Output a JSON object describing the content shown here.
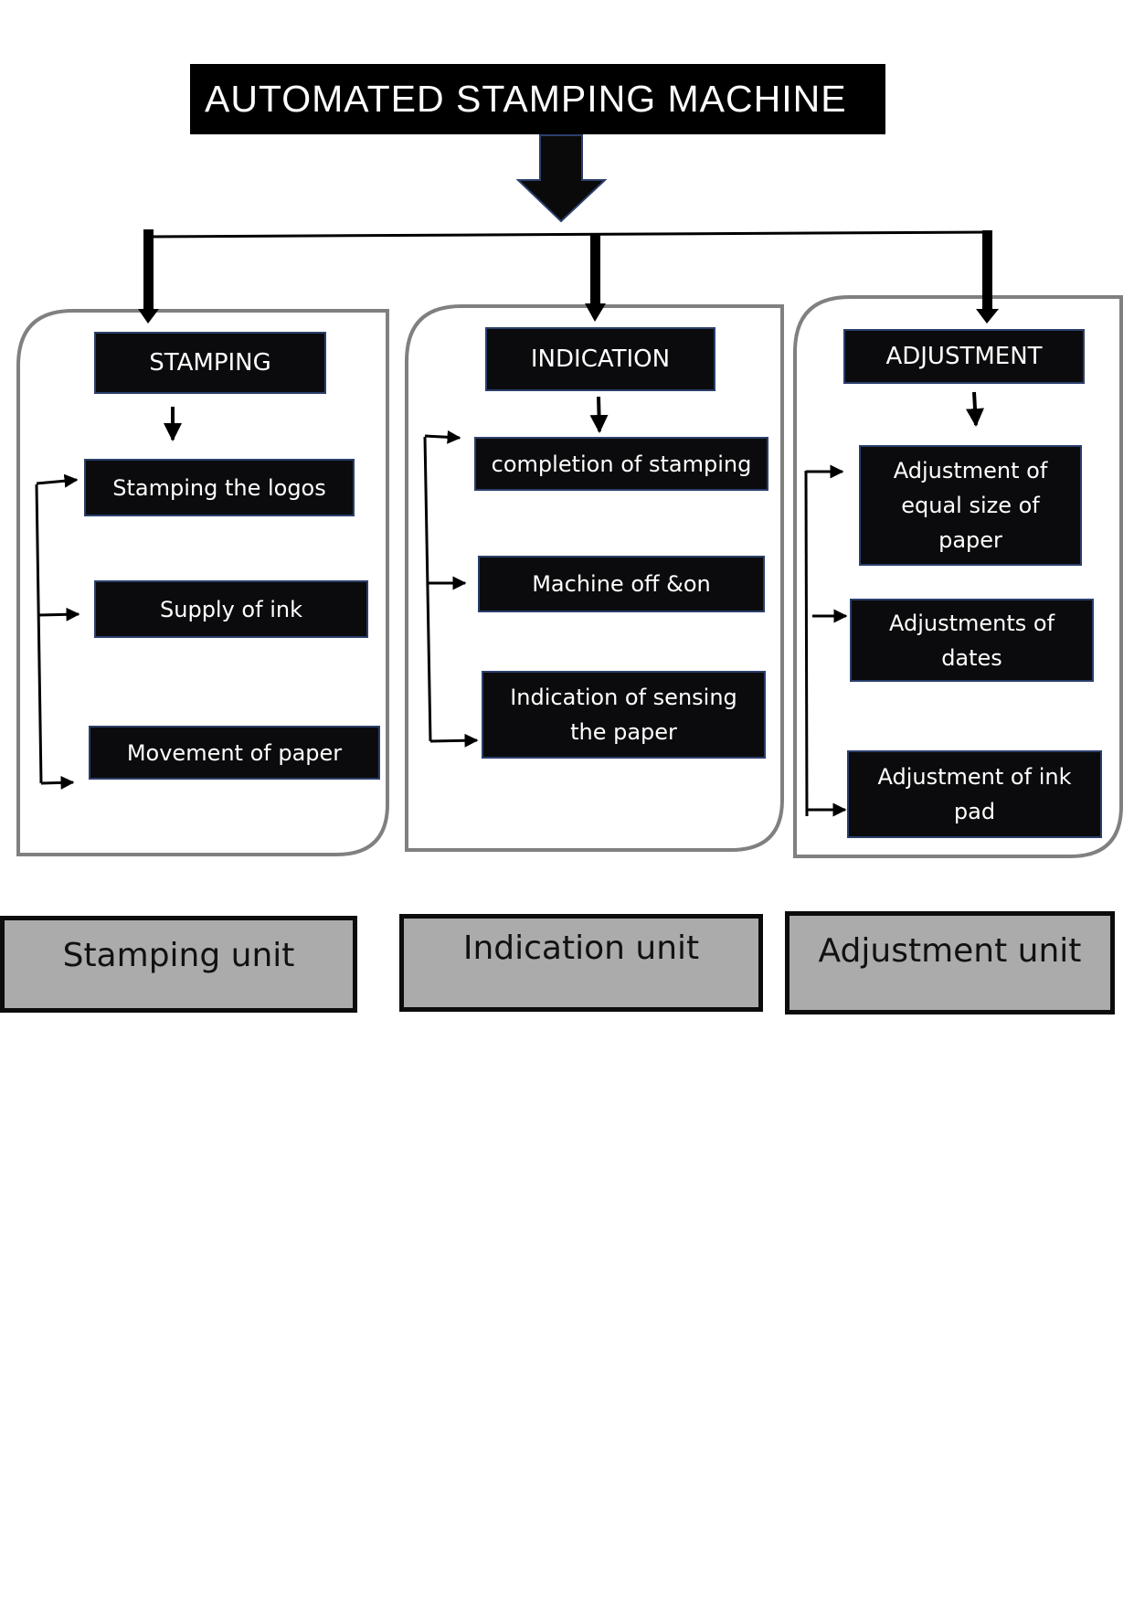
{
  "title": "AUTOMATED STAMPING MACHINE",
  "colors": {
    "node_fill": "#0b0b0d",
    "node_border": "#2b3f6b",
    "panel_border": "#808080",
    "unit_fill": "#ababab"
  },
  "stamping": {
    "header": "STAMPING",
    "items": [
      "Stamping the logos",
      "Supply of ink",
      "Movement of paper"
    ],
    "unit": "Stamping unit"
  },
  "indication": {
    "header": "INDICATION",
    "items": [
      "completion of stamping",
      "Machine off &on",
      "Indication of sensing the paper"
    ],
    "unit": "Indication unit"
  },
  "adjustment": {
    "header": "ADJUSTMENT",
    "items": [
      "Adjustment of equal size of paper",
      "Adjustments of dates",
      "Adjustment of ink pad"
    ],
    "unit": "Adjustment unit"
  }
}
